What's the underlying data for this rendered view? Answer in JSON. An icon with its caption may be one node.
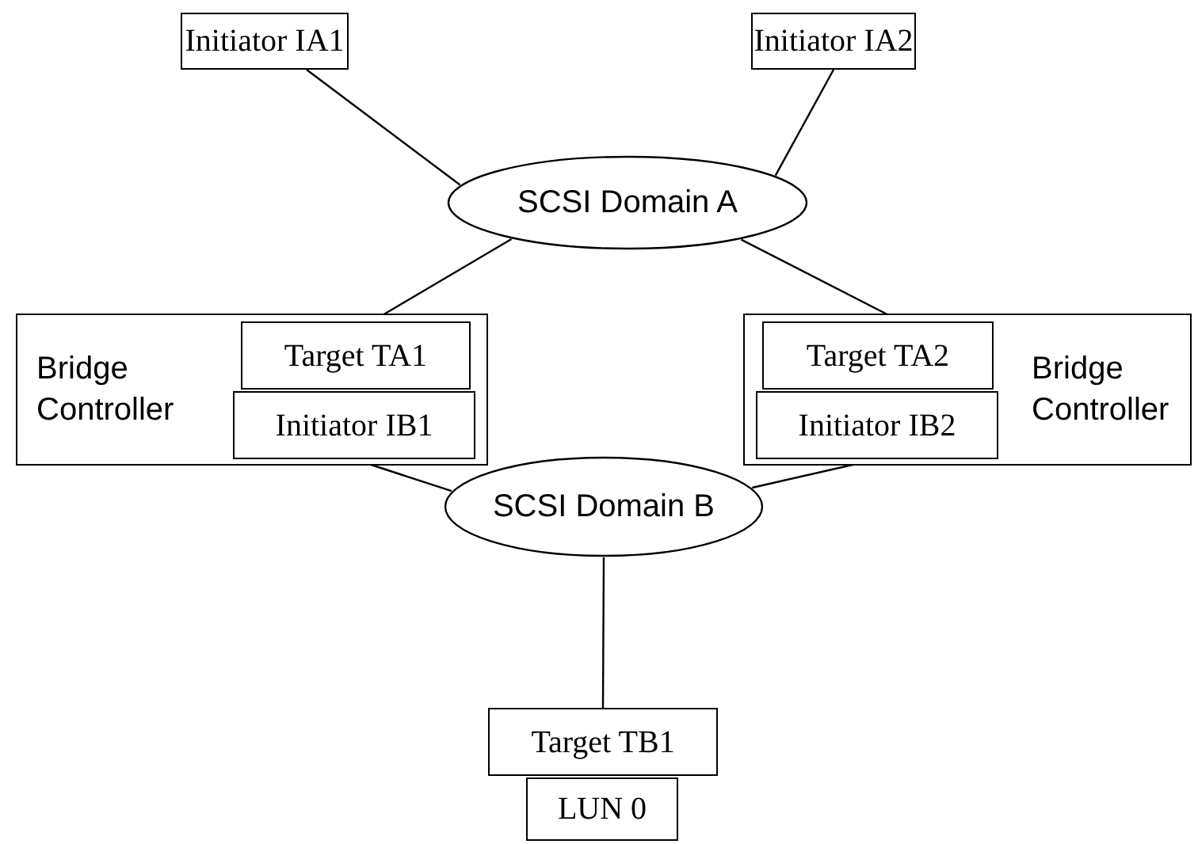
{
  "diagram": {
    "nodes": [
      {
        "text": [
          "Initiator IA1"
        ]
      },
      {
        "text": [
          "Initiator IA2"
        ]
      },
      {
        "text": [
          "SCSI Domain A"
        ]
      },
      {
        "text": [
          "Bridge Controller"
        ]
      },
      {
        "text": [
          "Target TA1"
        ],
        "in": 3
      },
      {
        "text": [
          "Initiator IB1"
        ],
        "in": 3
      },
      {
        "text": [
          "Bridge Controller"
        ]
      },
      {
        "text": [
          "Target TA2"
        ],
        "in": 6
      },
      {
        "text": [
          "Initiator IB2"
        ],
        "in": 6
      },
      {
        "text": [
          "SCSI Domain B"
        ]
      },
      {
        "text": [
          "Target TB1"
        ]
      },
      {
        "text": [
          "LUN 0"
        ]
      }
    ],
    "edges": [
      {
        "from": 0,
        "to": 2,
        "arrow": "none"
      },
      {
        "from": 1,
        "to": 2,
        "arrow": "none"
      },
      {
        "from": 2,
        "to": 4,
        "arrow": "none"
      },
      {
        "from": 2,
        "to": 7,
        "arrow": "none"
      },
      {
        "from": 5,
        "to": 9,
        "arrow": "none"
      },
      {
        "from": 8,
        "to": 9,
        "arrow": "none"
      },
      {
        "from": 9,
        "to": 10,
        "arrow": "none"
      }
    ]
  }
}
